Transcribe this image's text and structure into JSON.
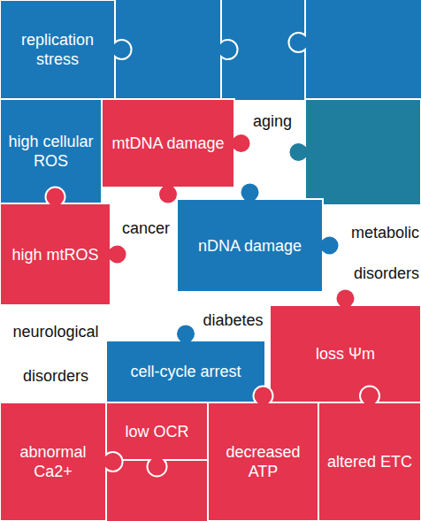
{
  "diagram": {
    "nodes": [
      {
        "text": [
          "replication stress"
        ]
      },
      {
        "text": [
          "high cellular ROS"
        ]
      },
      {
        "text": [
          "mtDNA damage"
        ]
      },
      {
        "text": [
          "high mtROS"
        ]
      },
      {
        "text": [
          "nDNA damage"
        ]
      },
      {
        "text": [
          "cell-cycle arrest"
        ]
      },
      {
        "text": [
          "loss Ψm"
        ]
      },
      {
        "text": [
          "low OCR"
        ]
      },
      {
        "text": [
          "abnormal Ca2+"
        ]
      },
      {
        "text": [
          "decreased ATP"
        ]
      },
      {
        "text": [
          "altered ETC"
        ]
      }
    ],
    "labels": [
      "aging",
      "cancer",
      "metabolic disorders",
      "neurological disorders",
      "diabetes"
    ]
  }
}
